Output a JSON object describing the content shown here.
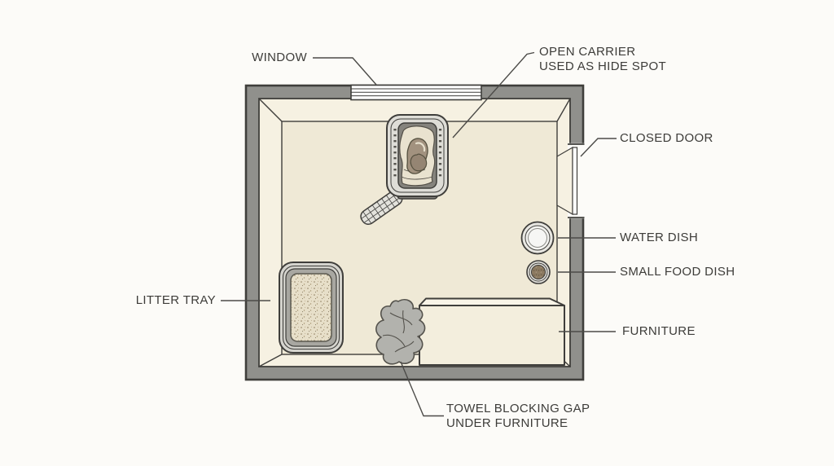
{
  "diagram": {
    "type": "floor-plan",
    "labels": {
      "window": "WINDOW",
      "open_carrier": "OPEN CARRIER\nUSED AS HIDE SPOT",
      "closed_door": "CLOSED DOOR",
      "water_dish": "WATER DISH",
      "small_food_dish": "SMALL FOOD DISH",
      "furniture": "FURNITURE",
      "litter_tray": "LITTER TRAY",
      "towel": "TOWEL BLOCKING GAP\nUNDER FURNITURE"
    },
    "colors": {
      "background": "#fcfbf8",
      "wall": "#90908c",
      "outline": "#3f3e3b",
      "wall_inner_face": "#f6f1e2",
      "floor": "#efe9d6",
      "furniture_front": "#f3eedd",
      "furniture_top": "#f8f4e7",
      "litter": "#e7dfc9",
      "litter_rim": "#a8a7a1",
      "carrier_rim": "#deddd7",
      "carrier_interior": "#85837d",
      "blanket": "#e9e2cf",
      "cat": "#a2927f",
      "towel": "#b2b2ad",
      "water": "#f4f4f1",
      "food": "#8c7a61",
      "label_text": "#3d3c39",
      "leader_line": "#4c4b48"
    }
  }
}
